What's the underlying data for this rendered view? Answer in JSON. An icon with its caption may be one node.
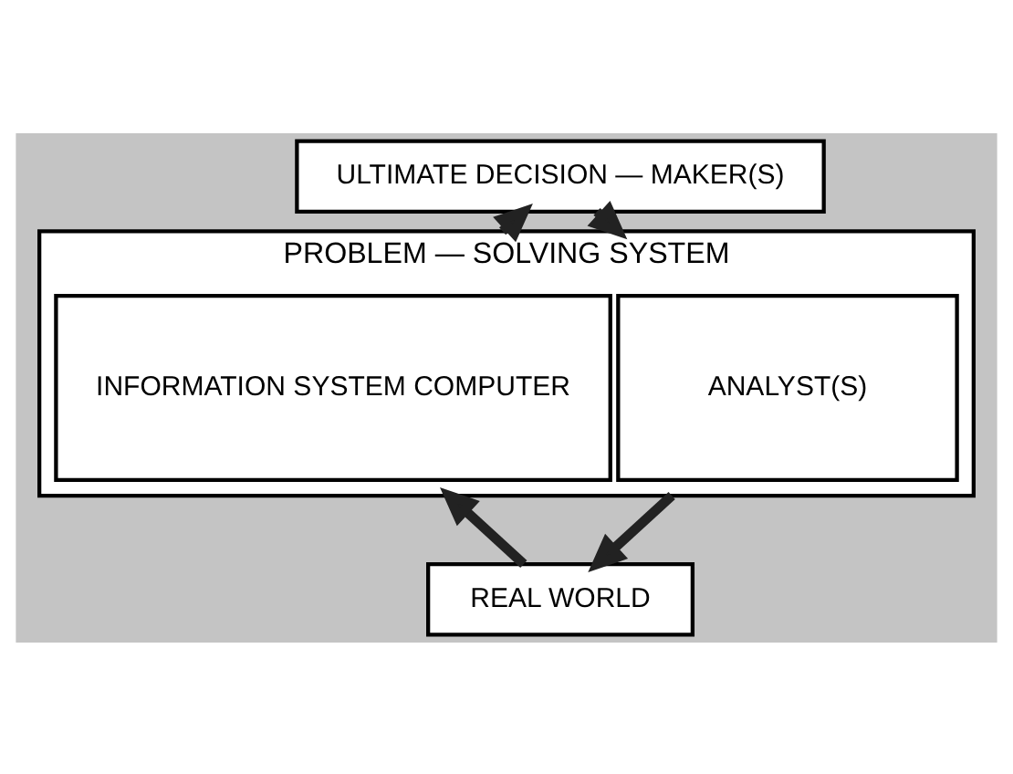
{
  "diagram": {
    "nodes": [
      {
        "text": [
          "ULTIMATE DECISION — MAKER(S)"
        ]
      },
      {
        "text": [
          "PROBLEM — SOLVING SYSTEM"
        ]
      },
      {
        "text": [
          "ANALYST(S)"
        ],
        "in": 1
      },
      {
        "text": [
          "INFORMATION SYSTEM COMPUTER"
        ],
        "in": 1
      },
      {
        "text": [
          "REAL WORLD"
        ]
      }
    ],
    "edges": [
      {
        "from": 0,
        "to": 1,
        "arrow": "to"
      },
      {
        "from": 1,
        "to": 0,
        "arrow": "to"
      },
      {
        "from": 1,
        "to": 4,
        "arrow": "to"
      },
      {
        "from": 4,
        "to": 1,
        "arrow": "to"
      }
    ]
  }
}
